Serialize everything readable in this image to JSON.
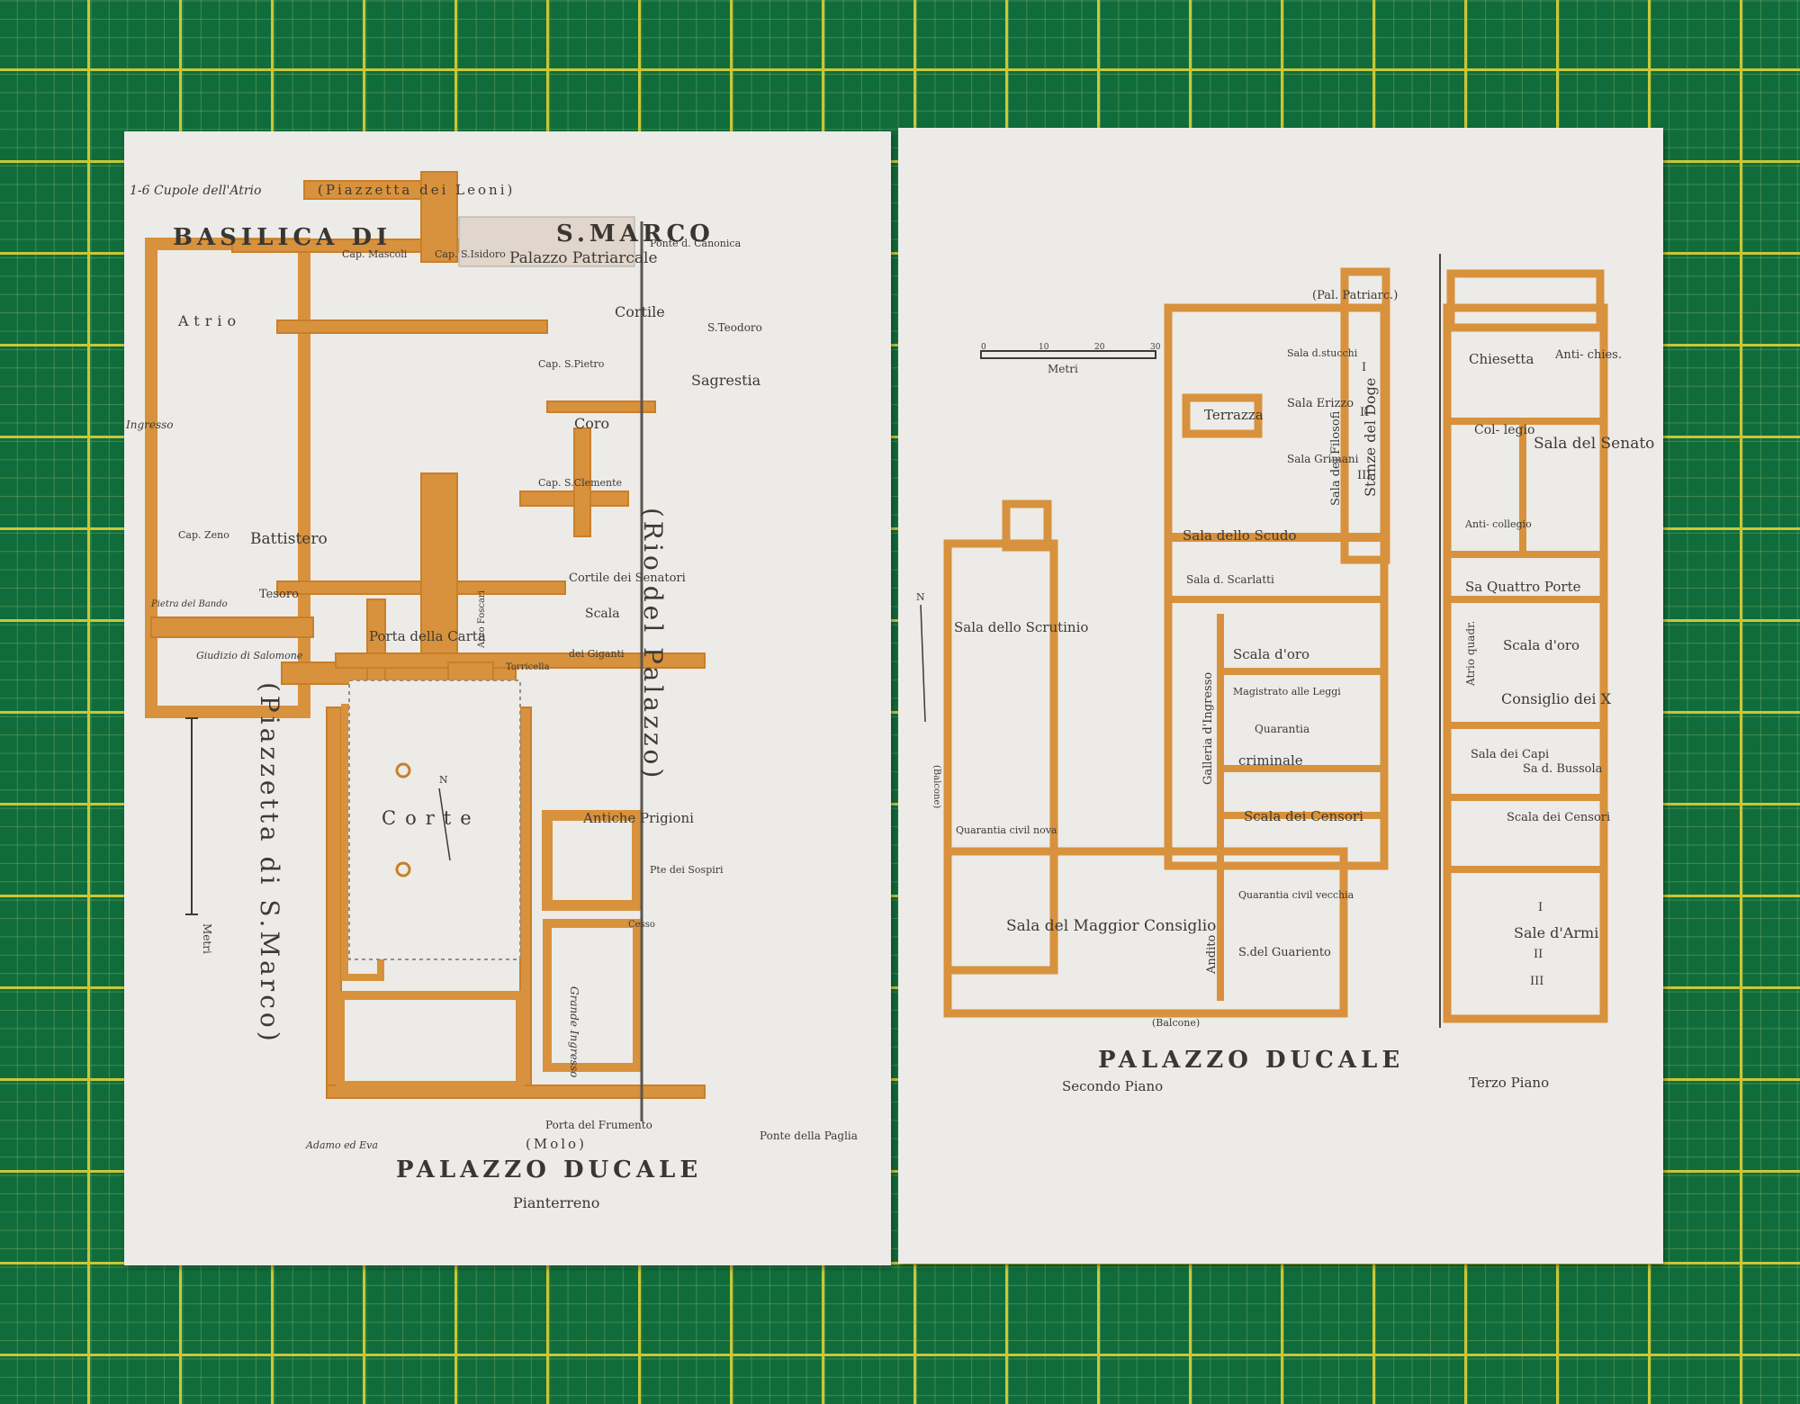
{
  "left_page": {
    "header_note": "1-6 Cupole dell'Atrio",
    "header_place": "(Piazzetta dei Leoni)",
    "basilica_title_a": "BASILICA DI",
    "basilica_title_b": "S.MARCO",
    "labels": {
      "cap_mascoli": "Cap. Mascoli",
      "cap_isidoro": "Cap. S.Isidoro",
      "palazzo_patriarcale": "Palazzo Patriarcale",
      "ponte_canonica": "Ponte d. Canonica",
      "cortile": "Cortile",
      "s_teodoro": "S.Teodoro",
      "cap_s_pietro": "Cap. S.Pietro",
      "sagrestia": "Sagrestia",
      "coro": "Coro",
      "atrio": "Atrio",
      "ingresso": "Ingresso",
      "cap_s_clemente": "Cap. S.Clemente",
      "cap_zeno": "Cap. Zeno",
      "battistero": "Battistero",
      "tesoro": "Tesoro",
      "pietra_bando": "Pietra del Bando",
      "cortile_senatori": "Cortile dei Senatori",
      "scala": "Scala",
      "porta_carta": "Porta della Carta",
      "arco_foscari": "Arco Foscari",
      "giudizio_salomone": "Giudizio di Salomone",
      "scala_giganti": "dei Giganti",
      "torricella": "Torricella",
      "rio_palazzo": "(Rio del Palazzo)",
      "piazzetta_marco": "(Piazzetta di S.Marco)",
      "corte": "Corte",
      "antiche_prigioni": "Antiche Prigioni",
      "ponte_sospiri": "Pte dei Sospiri",
      "cesso": "Cesso",
      "grande_ingresso": "Grande Ingresso",
      "porta_frumento": "Porta del Frumento",
      "adamo_eva": "Adamo ed Eva",
      "molo": "(Molo)",
      "ponte_paglia": "Ponte della Paglia",
      "metri": "Metri",
      "north": "N"
    },
    "title": "PALAZZO DUCALE",
    "subtitle": "Pianterreno"
  },
  "right_page": {
    "scale_label": "Metri",
    "scale_ticks": [
      "0",
      "10",
      "20",
      "30"
    ],
    "labels": {
      "pal_patriarc": "(Pal. Patriarc.)",
      "sala_stucchi": "Sala d.stucchi",
      "sala_filosofi": "Sala dei Filosofi",
      "stanze_doge": "Stanze del Doge",
      "terrazza": "Terrazza",
      "sala_erizzo": "Sala Erizzo",
      "sala_grimani": "Sala Grimani",
      "sala_scudo": "Sala dello Scudo",
      "sala_scarlatti": "Sala d. Scarlatti",
      "sala_scrutinio": "Sala dello Scrutinio",
      "galleria_ingresso": "Galleria d'Ingresso",
      "scala_oro": "Scala d'oro",
      "magistrato_leggi": "Magistrato alle Leggi",
      "quarantia": "Quarantia",
      "criminale": "criminale",
      "balcone": "(Balcone)",
      "quarantia_civil_nova": "Quarantia civil nova",
      "scala_censori": "Scala dei Censori",
      "sala_maggior_consiglio": "Sala del Maggior Consiglio",
      "quarantia_civil_vecchia": "Quarantia civil vecchia",
      "andito": "Andito",
      "s_guariento": "S.del Guariento",
      "roman_i": "I",
      "roman_ii": "II",
      "roman_iii": "III",
      "north": "N"
    },
    "terzo": {
      "chiesetta": "Chiesetta",
      "antichiesa": "Anti- chies.",
      "collegio": "Col- legio",
      "sala_senato": "Sala del Senato",
      "anticollegio": "Anti- collegio",
      "quattro_porte": "Sa Quattro Porte",
      "atrio_quadrato": "Atrio quadr.",
      "scala_oro": "Scala d'oro",
      "consiglio_x": "Consiglio dei X",
      "sala_capi": "Sala dei Capi",
      "sala_bussola": "Sa d. Bussola",
      "scala_censori": "Scala dei Censori",
      "sale_armi": "Sale d'Armi",
      "roman_i": "I",
      "roman_ii": "II",
      "roman_iii": "III"
    },
    "title": "PALAZZO DUCALE",
    "subtitle_second": "Secondo Piano",
    "subtitle_third": "Terzo Piano"
  }
}
